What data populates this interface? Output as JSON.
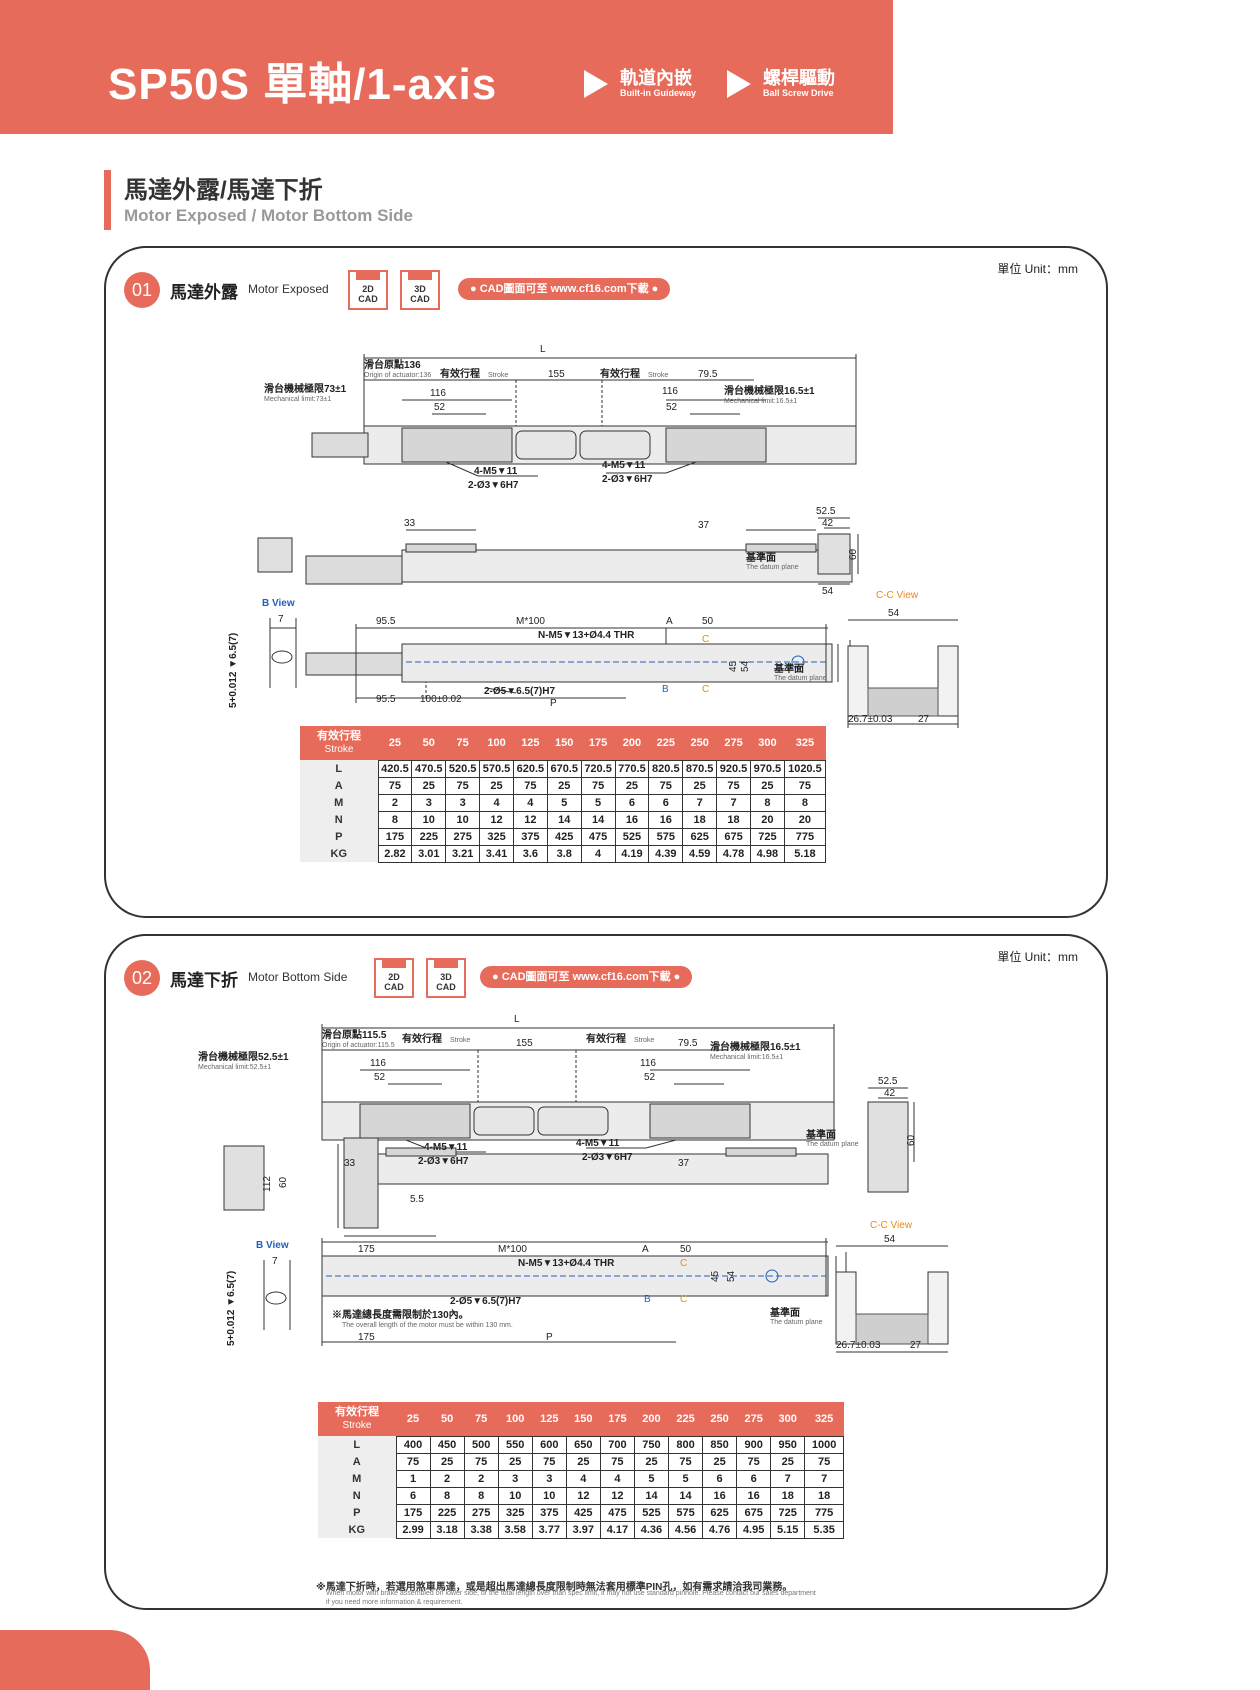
{
  "header": {
    "title": "SP50S 單軸/1-axis",
    "features": [
      {
        "zh": "軌道內嵌",
        "en": "Built-in Guideway"
      },
      {
        "zh": "螺桿驅動",
        "en": "Ball Screw Drive"
      }
    ]
  },
  "section": {
    "title_zh": "馬達外露/馬達下折",
    "title_en": "Motor Exposed / Motor Bottom Side"
  },
  "panels": [
    {
      "num": "01",
      "title_zh": "馬達外露",
      "title_en": "Motor Exposed",
      "unit": "單位 Unit：mm",
      "cad2d": [
        "2D",
        "CAD"
      ],
      "cad3d": [
        "3D",
        "CAD"
      ],
      "cad_link": "● CAD圖面可至 www.cf16.com下載 ●",
      "labels": {
        "L": "L",
        "origin": "滑台原點136",
        "origin_en": "Origin of actuator:136",
        "stroke_zh": "有效行程",
        "stroke_en": "Stroke",
        "d155": "155",
        "d79_5": "79.5",
        "mech_left": "滑台機械極限73±1",
        "mech_left_en": "Mechanical limit:73±1",
        "mech_right": "滑台機械極限16.5±1",
        "mech_right_en": "Mechanical limit:16.5±1",
        "d116": "116",
        "d52": "52",
        "m5": "4-M5▼11",
        "pin": "2-Ø3▼6H7",
        "d33": "33",
        "d37": "37",
        "d52_5": "52.5",
        "d42": "42",
        "d60": "60",
        "d54": "54",
        "datum_zh": "基準面",
        "datum_en": "The datum plane",
        "bview": "B View",
        "d7": "7",
        "d95_5": "95.5",
        "m100": "M*100",
        "nm5": "N-M5▼13+Ø4.4 THR",
        "A": "A",
        "d50": "50",
        "C": "C",
        "d45": "45",
        "d100": "100±0.02",
        "pin2": "2-Ø5▼6.5(7)H7",
        "B": "B",
        "P": "P",
        "ccview": "C-C View",
        "d26_7": "26.7±0.03",
        "d27": "27",
        "tol": "5+0.012 ▼6.5(7)"
      },
      "table": {
        "header_zh": "有效行程",
        "header_en": "Stroke",
        "strokes": [
          "25",
          "50",
          "75",
          "100",
          "125",
          "150",
          "175",
          "200",
          "225",
          "250",
          "275",
          "300",
          "325"
        ],
        "rows": [
          {
            "name": "L",
            "values": [
              "420.5",
              "470.5",
              "520.5",
              "570.5",
              "620.5",
              "670.5",
              "720.5",
              "770.5",
              "820.5",
              "870.5",
              "920.5",
              "970.5",
              "1020.5"
            ]
          },
          {
            "name": "A",
            "values": [
              "75",
              "25",
              "75",
              "25",
              "75",
              "25",
              "75",
              "25",
              "75",
              "25",
              "75",
              "25",
              "75"
            ]
          },
          {
            "name": "M",
            "values": [
              "2",
              "3",
              "3",
              "4",
              "4",
              "5",
              "5",
              "6",
              "6",
              "7",
              "7",
              "8",
              "8"
            ]
          },
          {
            "name": "N",
            "values": [
              "8",
              "10",
              "10",
              "12",
              "12",
              "14",
              "14",
              "16",
              "16",
              "18",
              "18",
              "20",
              "20"
            ]
          },
          {
            "name": "P",
            "values": [
              "175",
              "225",
              "275",
              "325",
              "375",
              "425",
              "475",
              "525",
              "575",
              "625",
              "675",
              "725",
              "775"
            ]
          },
          {
            "name": "KG",
            "values": [
              "2.82",
              "3.01",
              "3.21",
              "3.41",
              "3.6",
              "3.8",
              "4",
              "4.19",
              "4.39",
              "4.59",
              "4.78",
              "4.98",
              "5.18"
            ]
          }
        ]
      }
    },
    {
      "num": "02",
      "title_zh": "馬達下折",
      "title_en": "Motor Bottom Side",
      "unit": "單位 Unit：mm",
      "cad2d": [
        "2D",
        "CAD"
      ],
      "cad3d": [
        "3D",
        "CAD"
      ],
      "cad_link": "● CAD圖面可至 www.cf16.com下載 ●",
      "labels": {
        "L": "L",
        "origin": "滑台原點115.5",
        "origin_en": "Origin of actuator:115.5",
        "stroke_zh": "有效行程",
        "stroke_en": "Stroke",
        "d155": "155",
        "d79_5": "79.5",
        "mech_left": "滑台機械極限52.5±1",
        "mech_left_en": "Mechanical limit:52.5±1",
        "mech_right": "滑台機械極限16.5±1",
        "mech_right_en": "Mechanical limit:16.5±1",
        "d116": "116",
        "d52": "52",
        "m5": "4-M5▼11",
        "pin": "2-Ø3▼6H7",
        "d33": "33",
        "d37": "37",
        "d52_5": "52.5",
        "d42": "42",
        "d60": "60",
        "d112": "112",
        "d5_5": "5.5",
        "d175": "175",
        "datum_zh": "基準面",
        "datum_en": "The datum plane",
        "bview": "B View",
        "d7": "7",
        "m100": "M*100",
        "nm5": "N-M5▼13+Ø4.4 THR",
        "A": "A",
        "d50": "50",
        "C": "C",
        "d45": "45",
        "d54": "54",
        "pin2": "2-Ø5▼6.5(7)H7",
        "B": "B",
        "P": "P",
        "motor_note": "※馬達總長度需限制於130內。",
        "motor_note_en": "The overall length of the motor must be within 130 mm.",
        "ccview": "C-C View",
        "d26_7": "26.7±0.03",
        "d27": "27",
        "tol": "5+0.012 ▼6.5(7)"
      },
      "table": {
        "header_zh": "有效行程",
        "header_en": "Stroke",
        "strokes": [
          "25",
          "50",
          "75",
          "100",
          "125",
          "150",
          "175",
          "200",
          "225",
          "250",
          "275",
          "300",
          "325"
        ],
        "rows": [
          {
            "name": "L",
            "values": [
              "400",
              "450",
              "500",
              "550",
              "600",
              "650",
              "700",
              "750",
              "800",
              "850",
              "900",
              "950",
              "1000"
            ]
          },
          {
            "name": "A",
            "values": [
              "75",
              "25",
              "75",
              "25",
              "75",
              "25",
              "75",
              "25",
              "75",
              "25",
              "75",
              "25",
              "75"
            ]
          },
          {
            "name": "M",
            "values": [
              "1",
              "2",
              "2",
              "3",
              "3",
              "4",
              "4",
              "5",
              "5",
              "6",
              "6",
              "7",
              "7"
            ]
          },
          {
            "name": "N",
            "values": [
              "6",
              "8",
              "8",
              "10",
              "10",
              "12",
              "12",
              "14",
              "14",
              "16",
              "16",
              "18",
              "18"
            ]
          },
          {
            "name": "P",
            "values": [
              "175",
              "225",
              "275",
              "325",
              "375",
              "425",
              "475",
              "525",
              "575",
              "625",
              "675",
              "725",
              "775"
            ]
          },
          {
            "name": "KG",
            "values": [
              "2.99",
              "3.18",
              "3.38",
              "3.58",
              "3.77",
              "3.97",
              "4.17",
              "4.36",
              "4.56",
              "4.76",
              "4.95",
              "5.15",
              "5.35"
            ]
          }
        ]
      },
      "footnote_zh": "※馬達下折時，若選用煞車馬達，或是超出馬達總長度限制時無法套用標準PIN孔，如有需求請洽我司業務。",
      "footnote_en1": "When motor with brake assembled on lower side, or the total length over than spec limit, it may not use standard pinhole. Please contact our sales department",
      "footnote_en2": "if you need more information & requirement."
    }
  ],
  "colors": {
    "accent": "#e76b5a",
    "blue": "#1f5fbf",
    "orange": "#e98a16"
  }
}
